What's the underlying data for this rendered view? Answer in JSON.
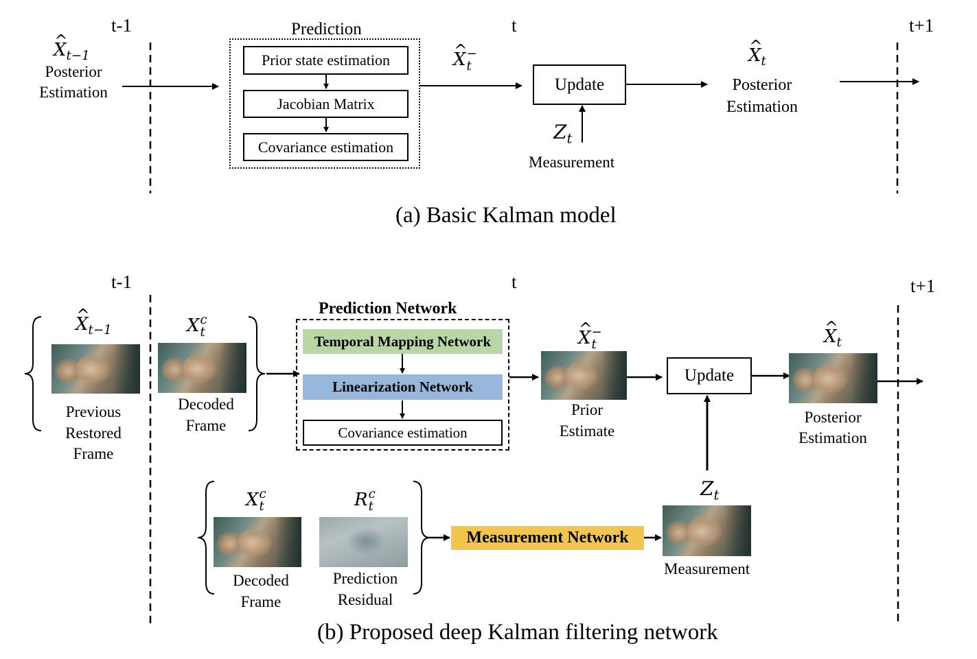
{
  "top": {
    "time_prev": "t-1",
    "time_curr": "t",
    "time_next": "t+1",
    "input_label": "Posterior\nEstimation",
    "prediction_title": "Prediction",
    "prediction_steps": [
      "Prior state estimation",
      "Jacobian Matrix",
      "Covariance estimation"
    ],
    "update_label": "Update",
    "measurement_label": "Measurement",
    "output_label": "Posterior\nEstimation",
    "caption": "(a) Basic Kalman model"
  },
  "bottom": {
    "time_prev": "t-1",
    "time_curr": "t",
    "time_next": "t+1",
    "prev_frame_label": "Previous\nRestored\nFrame",
    "decoded_frame_label": "Decoded\nFrame",
    "prediction_network_title": "Prediction Network",
    "temporal_mapping_label": "Temporal Mapping Network",
    "linearization_label": "Linearization Network",
    "covariance_label": "Covariance estimation",
    "prior_estimate_label": "Prior\nEstimate",
    "update_label": "Update",
    "posterior_label": "Posterior\nEstimation",
    "decoded_frame2_label": "Decoded\nFrame",
    "prediction_residual_label": "Prediction\nResidual",
    "measurement_network_label": "Measurement Network",
    "measurement_label": "Measurement",
    "caption": "(b) Proposed deep Kalman filtering network"
  },
  "colors": {
    "temporal_mapping": "#b9d7a6",
    "linearization": "#97b7dc",
    "measurement_network": "#f2c64e"
  }
}
